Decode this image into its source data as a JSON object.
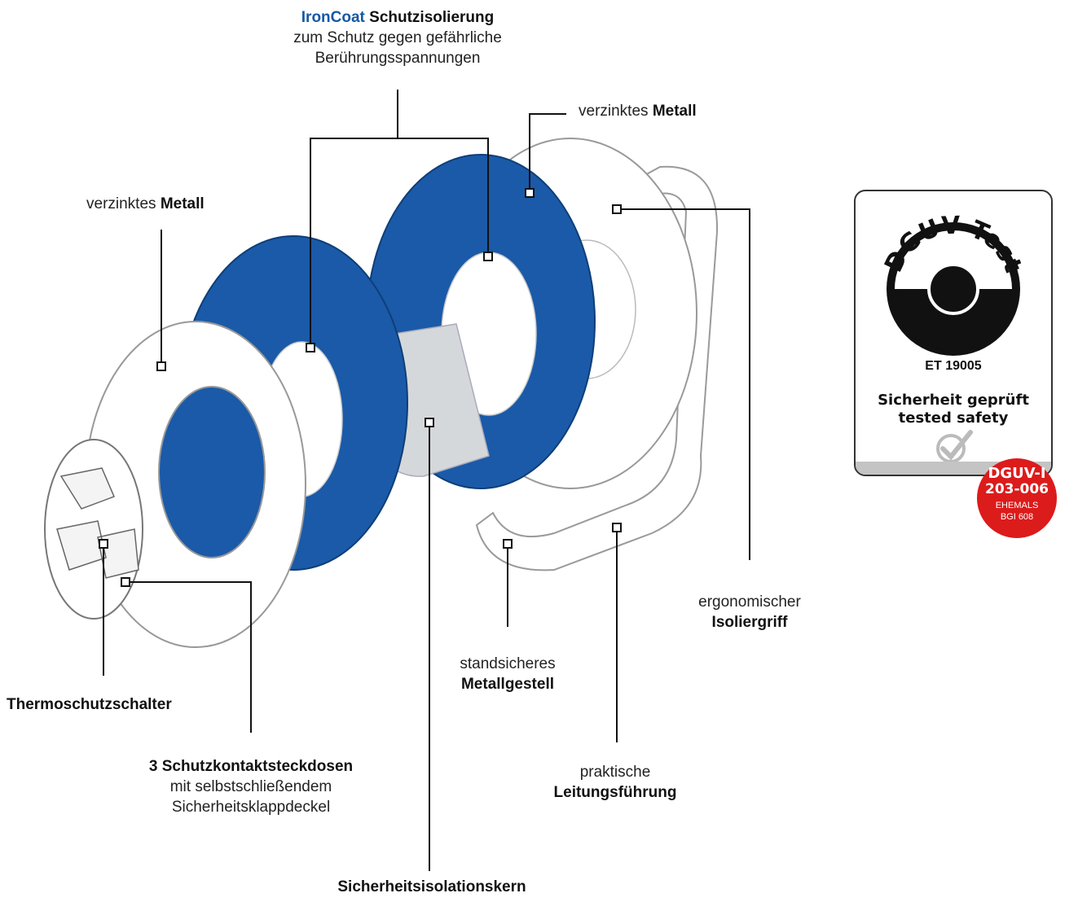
{
  "labels": {
    "ironcoat": {
      "brand": "IronCoat",
      "bold": "Schutzisolierung",
      "line2": "zum Schutz gegen gefährliche",
      "line3": "Berührungsspannungen"
    },
    "metall_right": {
      "pre": "verzinktes",
      "bold": "Metall"
    },
    "metall_left": {
      "pre": "verzinktes",
      "bold": "Metall"
    },
    "isoliergriff": {
      "line1": "ergonomischer",
      "bold": "Isoliergriff"
    },
    "metallgestell": {
      "line1": "standsicheres",
      "bold": "Metallgestell"
    },
    "thermoschutz": {
      "bold": "Thermoschutzschalter"
    },
    "steckdosen": {
      "bold": "3 Schutzkontaktsteckdosen",
      "line2": "mit selbstschließendem",
      "line3": "Sicherheitsklappdeckel"
    },
    "leitungsfuehrung": {
      "line1": "praktische",
      "bold": "Leitungsführung"
    },
    "kern": {
      "bold": "Sicherheitsisolationskern"
    }
  },
  "badge": {
    "logo_text": "DGUV Test",
    "code": "ET 19005",
    "line1": "Sicherheit geprüft",
    "line2": "tested safety"
  },
  "red_badge": {
    "line1": "DGUV-I",
    "line2": "203-006",
    "line3": "EHEMALS",
    "line4": "BGI 608"
  },
  "colors": {
    "blue": "#1a5aa8",
    "red": "#dc1b1b",
    "core": "#d5d8db"
  }
}
